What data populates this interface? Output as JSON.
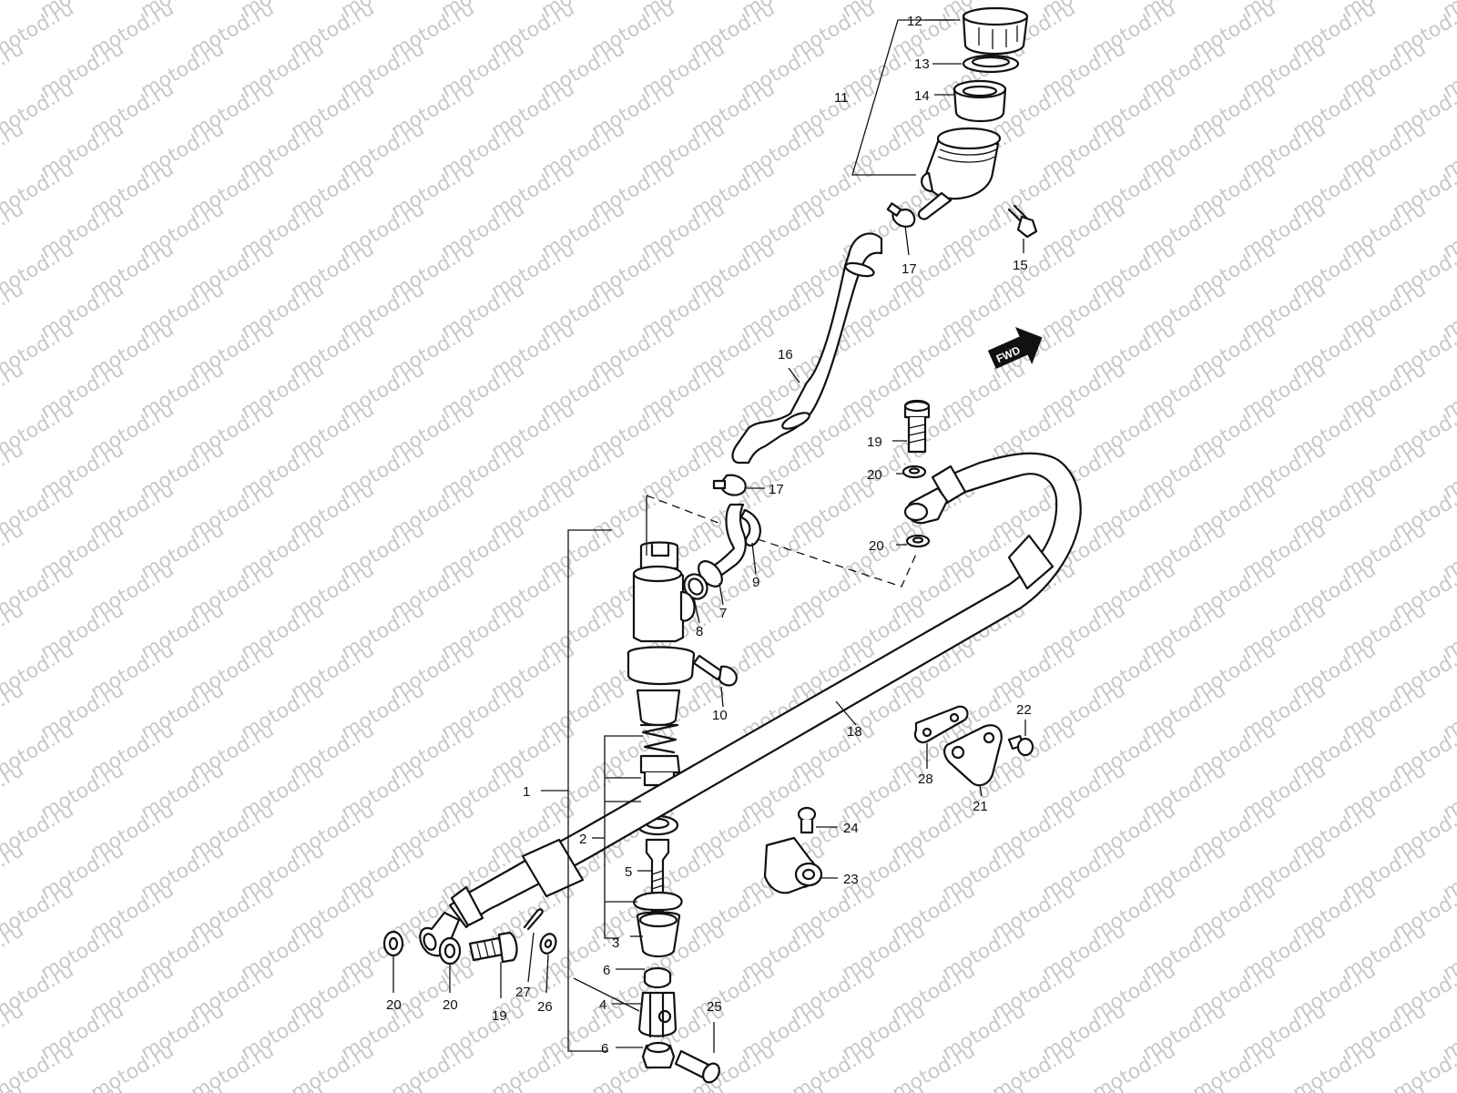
{
  "watermark": "motod.ru",
  "fwd_label": "FWD",
  "callouts": [
    {
      "id": "c1",
      "text": "1"
    },
    {
      "id": "c2",
      "text": "2"
    },
    {
      "id": "c3",
      "text": "3"
    },
    {
      "id": "c4",
      "text": "4"
    },
    {
      "id": "c5",
      "text": "5"
    },
    {
      "id": "c6a",
      "text": "6"
    },
    {
      "id": "c6b",
      "text": "6"
    },
    {
      "id": "c7",
      "text": "7"
    },
    {
      "id": "c8",
      "text": "8"
    },
    {
      "id": "c9",
      "text": "9"
    },
    {
      "id": "c10",
      "text": "10"
    },
    {
      "id": "c11",
      "text": "11"
    },
    {
      "id": "c12",
      "text": "12"
    },
    {
      "id": "c13",
      "text": "13"
    },
    {
      "id": "c14",
      "text": "14"
    },
    {
      "id": "c15",
      "text": "15"
    },
    {
      "id": "c16",
      "text": "16"
    },
    {
      "id": "c17a",
      "text": "17"
    },
    {
      "id": "c17b",
      "text": "17"
    },
    {
      "id": "c18",
      "text": "18"
    },
    {
      "id": "c19a",
      "text": "19"
    },
    {
      "id": "c19b",
      "text": "19"
    },
    {
      "id": "c20a",
      "text": "20"
    },
    {
      "id": "c20b",
      "text": "20"
    },
    {
      "id": "c20c",
      "text": "20"
    },
    {
      "id": "c20d",
      "text": "20"
    },
    {
      "id": "c21",
      "text": "21"
    },
    {
      "id": "c22",
      "text": "22"
    },
    {
      "id": "c23",
      "text": "23"
    },
    {
      "id": "c24",
      "text": "24"
    },
    {
      "id": "c25",
      "text": "25"
    },
    {
      "id": "c26",
      "text": "26"
    },
    {
      "id": "c27",
      "text": "27"
    },
    {
      "id": "c28",
      "text": "28"
    }
  ]
}
